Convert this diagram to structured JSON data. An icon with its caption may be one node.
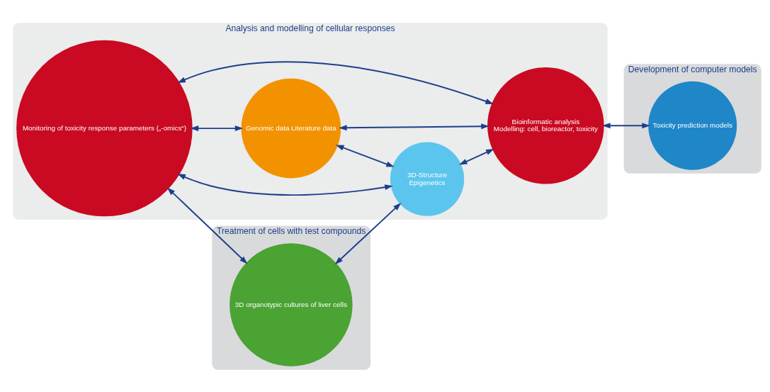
{
  "diagram": {
    "nodes": [
      {
        "text": [
          "Treatment of cells with test compounds"
        ]
      },
      {
        "text": [
          "3D organotypic cultures of liver cells"
        ],
        "in": 0
      },
      {
        "text": [
          "Analysis and modelling of cellular responses"
        ]
      },
      {
        "text": [
          "Monitoring of toxicity response parameters („-omics“)"
        ],
        "in": 2
      },
      {
        "text": [
          "Genomic data Literature data"
        ],
        "in": 2
      },
      {
        "text": [
          "3D-Structure",
          "Epigenetics"
        ],
        "in": 2
      },
      {
        "text": [
          "Bioinformatic analysis",
          "Modelling: cell, bioreactor, toxicity"
        ],
        "in": 2
      },
      {
        "text": [
          "Development of computer models"
        ]
      },
      {
        "text": [
          "Toxicity prediction models"
        ],
        "in": 7
      }
    ],
    "edges": [
      {
        "from": 3,
        "to": 1,
        "arrow": "both"
      },
      {
        "from": 3,
        "to": 6,
        "arrow": "both"
      },
      {
        "from": 3,
        "to": 4,
        "arrow": "both"
      },
      {
        "from": 3,
        "to": 5,
        "arrow": "both"
      },
      {
        "from": 4,
        "to": 5,
        "arrow": "both"
      },
      {
        "from": 4,
        "to": 6,
        "arrow": "both"
      },
      {
        "from": 1,
        "to": 5,
        "arrow": "both"
      },
      {
        "from": 5,
        "to": 6,
        "arrow": "both"
      },
      {
        "from": 6,
        "to": 8,
        "arrow": "both"
      }
    ]
  }
}
